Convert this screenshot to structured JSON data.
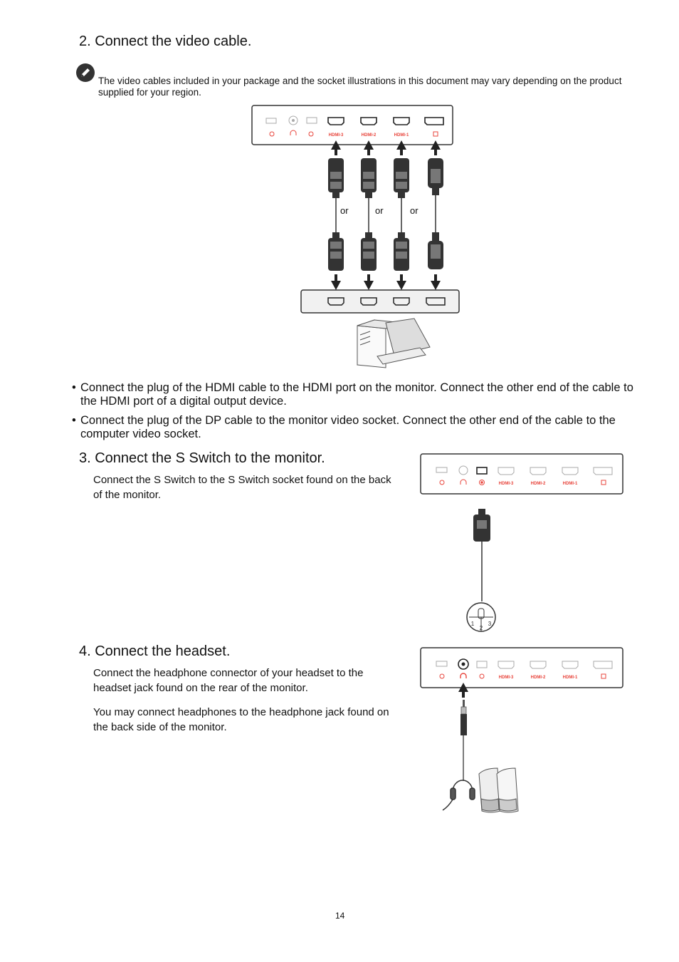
{
  "section2": {
    "heading": "2. Connect the video cable.",
    "note": "The video cables included in your package and the socket illustrations in this document may vary depending on the product supplied for your region.",
    "or_labels": [
      "or",
      "or",
      "or"
    ],
    "bullets": [
      "Connect the plug of the HDMI cable to the HDMI port on the monitor. Connect the other end of the cable to the HDMI port of a digital output device.",
      "Connect the plug of the DP cable to the monitor video socket. Connect the other end of the cable to the computer video socket."
    ]
  },
  "section3": {
    "heading": "3. Connect the S Switch to the monitor.",
    "text": "Connect the S Switch to the S Switch socket found on the back of the monitor."
  },
  "section4": {
    "heading": "4. Connect the headset.",
    "text1": "Connect the headphone connector of your headset to the headset jack found on the rear of the monitor.",
    "text2": "You may connect headphones to the headphone jack found on the back side of the monitor."
  },
  "port_labels": [
    "HDMI-3",
    "HDMI-2",
    "HDMI-1"
  ],
  "puck_labels": [
    "1",
    "2",
    "3"
  ],
  "page_number": "14",
  "colors": {
    "port_label": "#e8453c",
    "text": "#111111",
    "line": "#333333"
  }
}
